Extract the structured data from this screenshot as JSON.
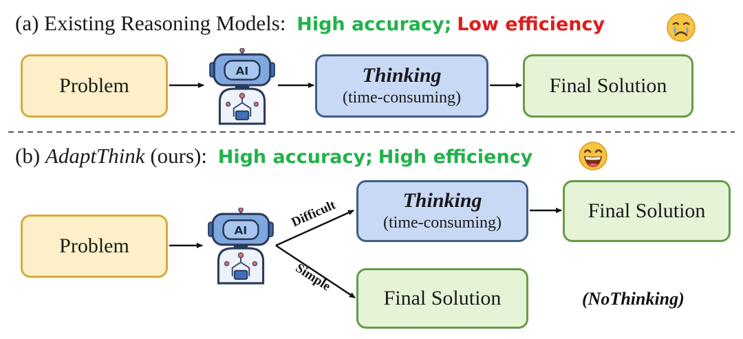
{
  "panel_a": {
    "label": "(a) Existing Reasoning Models:",
    "accuracy_tag": "High accuracy;",
    "efficiency_tag": "Low efficiency",
    "problem": "Problem",
    "thinking_title": "Thinking",
    "thinking_sub": "(time-consuming)",
    "solution": "Final Solution",
    "emoji_icon": "crying-face-icon"
  },
  "panel_b": {
    "label_prefix": "(b) ",
    "label_name": "AdaptThink",
    "label_suffix": " (ours):",
    "accuracy_tag": "High accuracy;",
    "efficiency_tag": "High efficiency",
    "problem": "Problem",
    "branch_difficult": "Difficult",
    "branch_simple": "Simple",
    "thinking_title": "Thinking",
    "thinking_sub": "(time-consuming)",
    "solution_thinking": "Final Solution",
    "solution_direct": "Final Solution",
    "nothinking_note": "(NoThinking)",
    "emoji_icon": "laughing-face-icon"
  },
  "robot": {
    "badge": "AI",
    "icon": "ai-robot-icon"
  },
  "colors": {
    "good": "#22b14c",
    "bad": "#e01b1b",
    "problem_fill": "#fdf0c9",
    "problem_border": "#d4ab3c",
    "thinking_fill": "#c9d8f4",
    "thinking_border": "#3e5e86",
    "solution_fill": "#e5f3d7",
    "solution_border": "#679a48"
  }
}
